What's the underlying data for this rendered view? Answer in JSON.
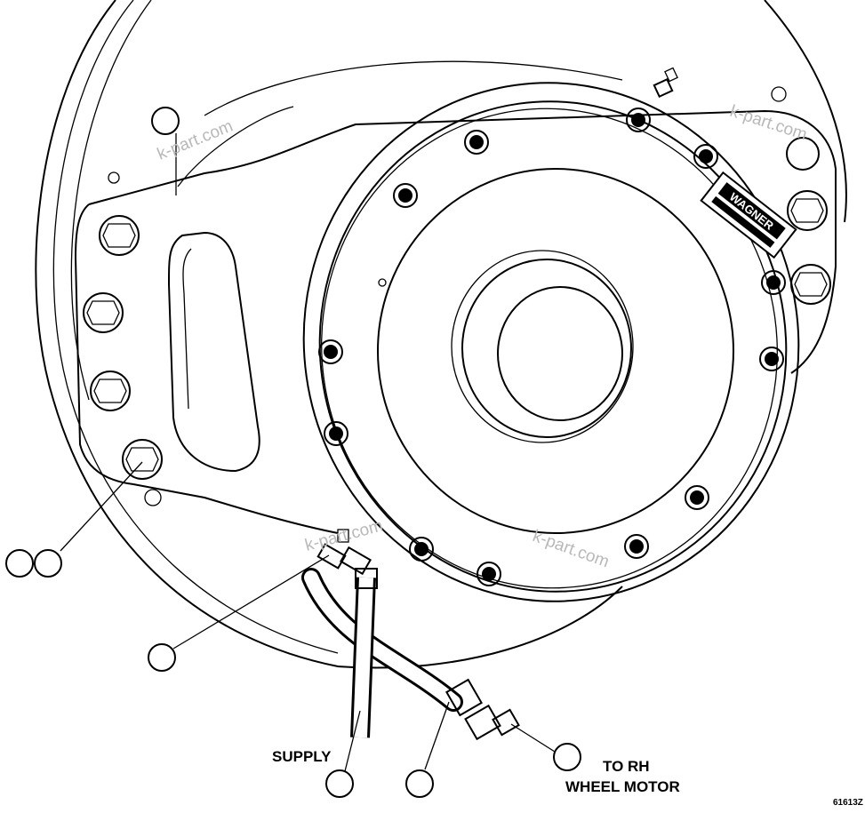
{
  "labels": {
    "supply": "SUPPLY",
    "to_rh_line1": "TO RH",
    "to_rh_line2": "WHEEL MOTOR",
    "figure_code": "61613Z"
  },
  "nameplate": {
    "text": "WAGNER"
  },
  "watermarks": [
    "k-part.com",
    "k-part.com",
    "k-part.com",
    "k-part.com"
  ]
}
